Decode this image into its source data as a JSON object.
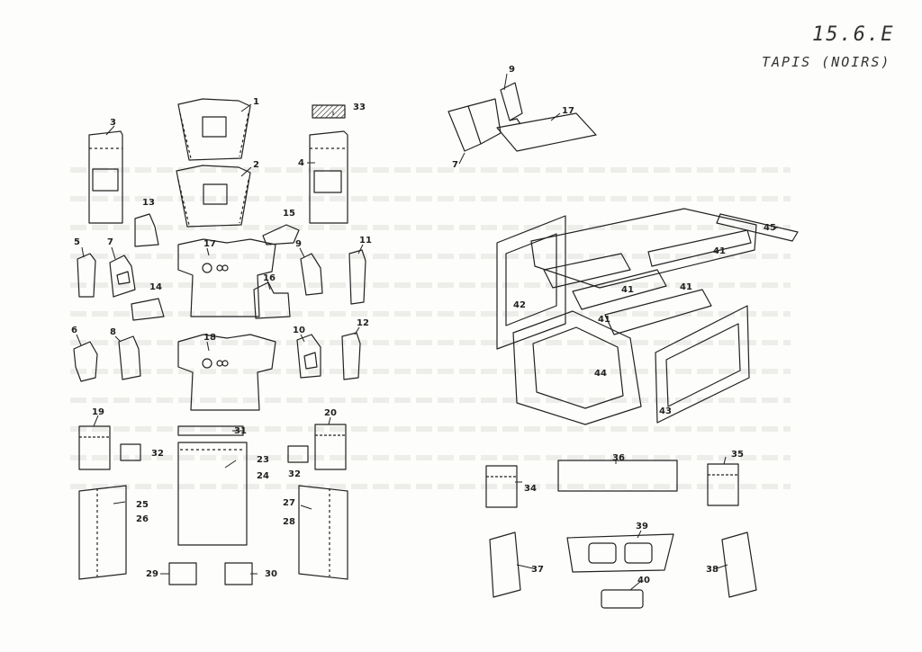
{
  "header": {
    "page_ref": "15.6.E",
    "subtitle": "TAPIS (NOIRS)"
  },
  "parts": [
    {
      "n": "1"
    },
    {
      "n": "2"
    },
    {
      "n": "3"
    },
    {
      "n": "4"
    },
    {
      "n": "5"
    },
    {
      "n": "6"
    },
    {
      "n": "7"
    },
    {
      "n": "8"
    },
    {
      "n": "9"
    },
    {
      "n": "10"
    },
    {
      "n": "11"
    },
    {
      "n": "12"
    },
    {
      "n": "13"
    },
    {
      "n": "14"
    },
    {
      "n": "15"
    },
    {
      "n": "16"
    },
    {
      "n": "17"
    },
    {
      "n": "18"
    },
    {
      "n": "19"
    },
    {
      "n": "20"
    },
    {
      "n": "23"
    },
    {
      "n": "24"
    },
    {
      "n": "25"
    },
    {
      "n": "26"
    },
    {
      "n": "27"
    },
    {
      "n": "28"
    },
    {
      "n": "29"
    },
    {
      "n": "30"
    },
    {
      "n": "31"
    },
    {
      "n": "32"
    },
    {
      "n": "33"
    },
    {
      "n": "34"
    },
    {
      "n": "35"
    },
    {
      "n": "36"
    },
    {
      "n": "37"
    },
    {
      "n": "38"
    },
    {
      "n": "39"
    },
    {
      "n": "40"
    },
    {
      "n": "41"
    },
    {
      "n": "42"
    },
    {
      "n": "43"
    },
    {
      "n": "44"
    },
    {
      "n": "45"
    }
  ],
  "colors": {
    "line": "#222222",
    "paper": "#fdfdfb",
    "bleed": "#e6e6e3"
  }
}
